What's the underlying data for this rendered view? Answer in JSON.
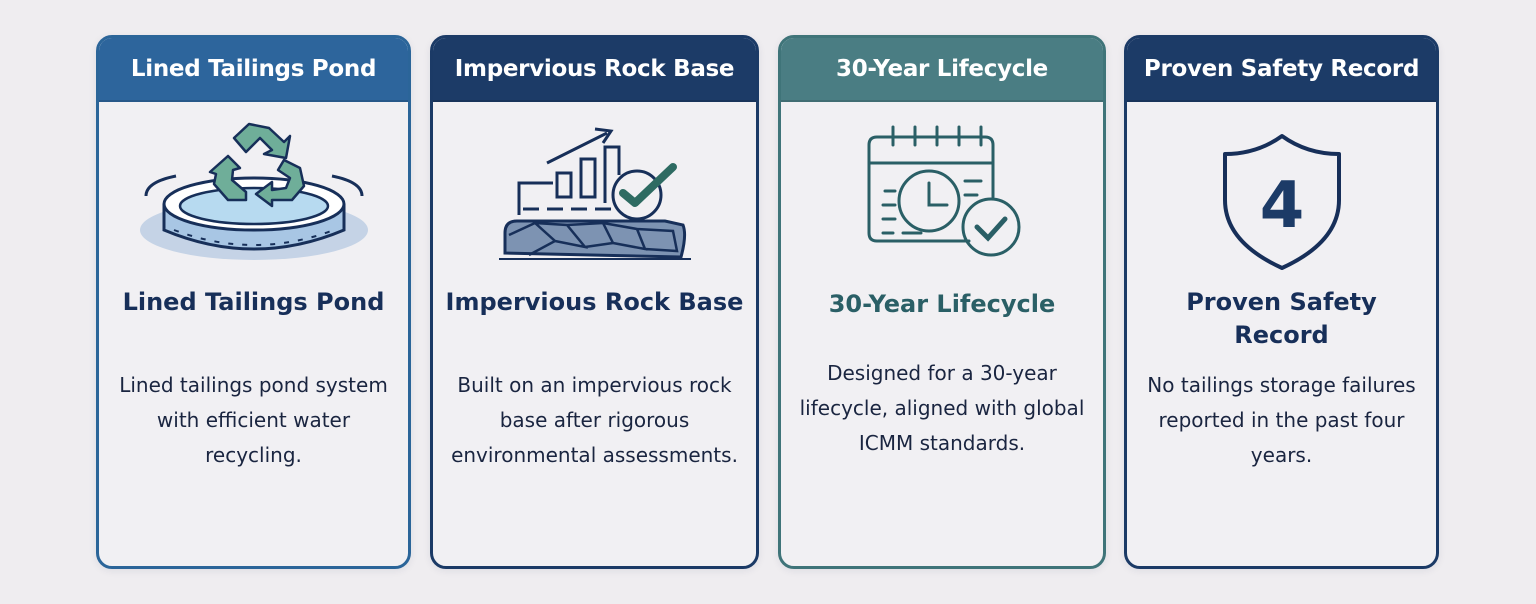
{
  "cards": [
    {
      "header": "Lined Tailings Pond",
      "icon": "recycle-pond-icon",
      "title": "Lined Tailings Pond",
      "description": "Lined tailings pond system with efficient water recycling.",
      "accent": "#2d659c"
    },
    {
      "header": "Impervious Rock Base",
      "icon": "rock-base-chart-check-icon",
      "title": "Impervious Rock Base",
      "description": "Built on an impervious rock base after rigorous environmental assessments.",
      "accent": "#1c3b67"
    },
    {
      "header": "30-Year Lifecycle",
      "icon": "calendar-clock-check-icon",
      "title": "30-Year Lifecycle",
      "description": "Designed for a 30-year lifecycle, aligned with global ICMM standards.",
      "accent": "#4a7d83"
    },
    {
      "header": "Proven Safety Record",
      "icon": "shield-number-icon",
      "shield_number": "4",
      "title": "Proven Safety Record",
      "description": "No tailings storage failures reported in the past four years.",
      "accent": "#1c3b67"
    }
  ]
}
